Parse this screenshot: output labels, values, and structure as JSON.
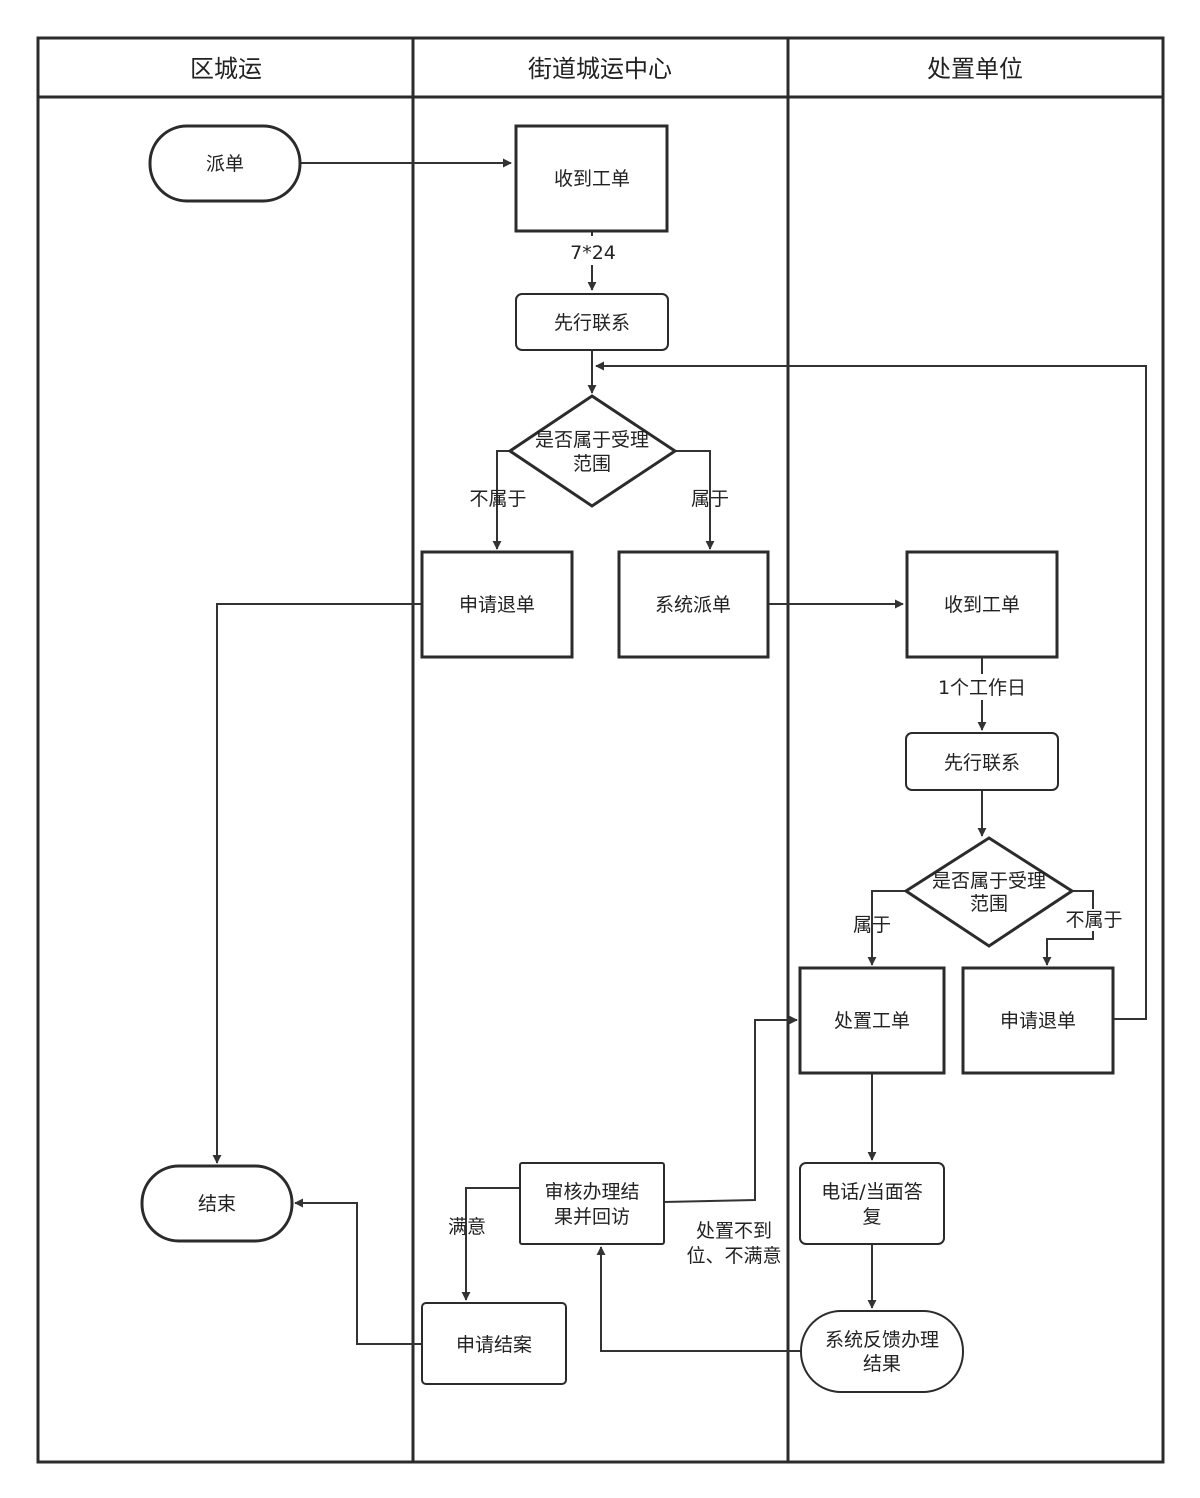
{
  "lanes": {
    "district": "区城运",
    "street": "街道城运中心",
    "handler": "处置单位"
  },
  "nodes": {
    "dispatch": "派单",
    "receive1": "收到工单",
    "contact1": "先行联系",
    "decision1_line1": "是否属于受理",
    "decision1_line2": "范围",
    "apply_return1": "申请退单",
    "system_dispatch": "系统派单",
    "receive2": "收到工单",
    "contact2": "先行联系",
    "decision2_line1": "是否属于受理",
    "decision2_line2": "范围",
    "handle_order": "处置工单",
    "apply_return2": "申请退单",
    "reply_line1": "电话/当面答",
    "reply_line2": "复",
    "feedback_line1": "系统反馈办理",
    "feedback_line2": "结果",
    "review_line1": "审核办理结",
    "review_line2": "果并回访",
    "apply_close": "申请结案",
    "end": "结束"
  },
  "edges": {
    "time_247": "7*24",
    "not_belong1": "不属于",
    "belong1": "属于",
    "one_workday": "1个工作日",
    "belong2": "属于",
    "not_belong2": "不属于",
    "satisfied": "满意",
    "unsatisfied_line1": "处置不到",
    "unsatisfied_line2": "位、不满意"
  }
}
